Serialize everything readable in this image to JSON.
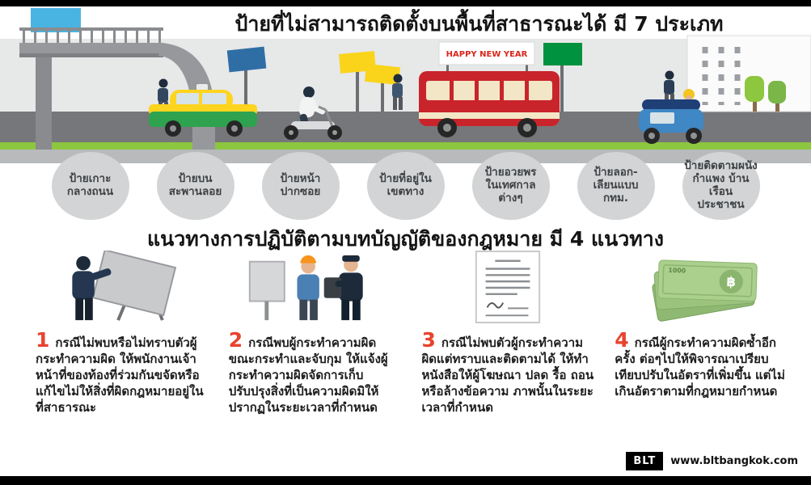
{
  "colors": {
    "accent_red": "#e8432d",
    "circle_gray": "#d2d4d5",
    "road_gray": "#76777a",
    "grass_green": "#8dc63f",
    "bus_red": "#c9242b",
    "taxi_green": "#2ea24e",
    "taxi_yellow": "#ffd41e",
    "tuktuk_blue": "#3f87c5",
    "sign_yellow": "#f9d41b",
    "sign_green": "#00923f",
    "sign_blue": "#2f6ea5"
  },
  "header": {
    "title": "ป้ายที่ไม่สามารถติดตั้งบนพื้นที่สาธารณะได้ มี 7 ประเภท"
  },
  "scene": {
    "bus_banner_text": "HAPPY NEW YEAR"
  },
  "sign_types": [
    {
      "label": "ป้ายเกาะ\nกลางถนน"
    },
    {
      "label": "ป้ายบน\nสะพานลอย"
    },
    {
      "label": "ป้ายหน้า\nปากซอย"
    },
    {
      "label": "ป้ายที่อยู่ใน\nเขตทาง"
    },
    {
      "label": "ป้ายอวยพร\nในเทศกาล\nต่างๆ"
    },
    {
      "label": "ป้ายลอก-\nเลียนแบบ\nกทม."
    },
    {
      "label": "ป้ายติดตามผนัง\nกำแพง บ้านเรือน\nประชาชน"
    }
  ],
  "guidelines_section": {
    "title": "แนวทางการปฏิบัติตามบทบัญญัติของกฎหมาย มี 4 แนวทาง"
  },
  "guidelines": [
    {
      "number": "1",
      "text": "กรณีไม่พบหรือไม่ทราบตัวผู้กระทำความผิด ให้พนักงานเจ้าหน้าที่ของท้องที่ร่วมกันขจัดหรือแก้ไขไม่ให้สิ่งที่ผิดกฎหมายอยู่ในที่สาธารณะ"
    },
    {
      "number": "2",
      "text": "กรณีพบผู้กระทำความผิดขณะกระทำและจับกุม ให้แจ้งผู้กระทำความผิดจัดการเก็บ ปรับปรุงสิ่งที่เป็นความผิดมิให้ปรากฏในระยะเวลาที่กำหนด"
    },
    {
      "number": "3",
      "text": "กรณีไม่พบตัวผู้กระทำความผิดแต่ทราบและติดตามได้ ให้ทำหนังสือให้ผู้โฆษณา ปลด รื้อ ถอน หรือล้างข้อความ ภาพนั้นในระยะเวลาที่กำหนด"
    },
    {
      "number": "4",
      "text": "กรณีผู้กระทำความผิดซ้ำอีกครั้ง ต่อๆไปให้พิจารณาเปรียบเทียบปรับในอัตราที่เพิ่มขึ้น แต่ไม่เกินอัตราตามที่กฎหมายกำหนด"
    }
  ],
  "money_note": {
    "currency_symbol": "฿",
    "value": "1000"
  },
  "footer": {
    "logo_text": "BLT",
    "website": "www.bltbangkok.com"
  }
}
